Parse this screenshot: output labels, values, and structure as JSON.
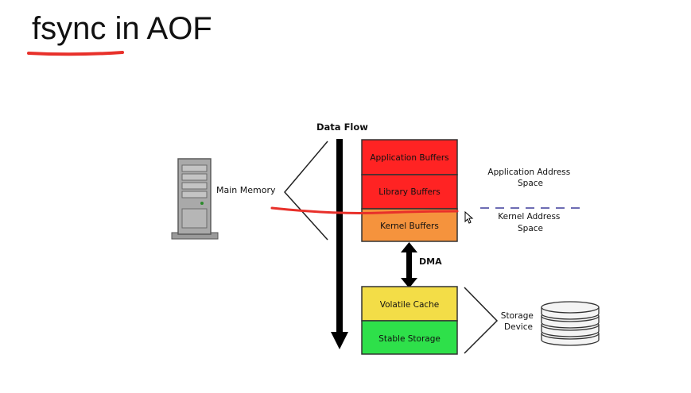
{
  "slide": {
    "title_prefix": "fsync",
    "title_suffix": " in AOF"
  },
  "diagram": {
    "data_flow_label": "Data Flow",
    "main_memory_label": "Main Memory",
    "memory_layers": [
      {
        "label": "Application Buffers",
        "color": "#ff2323"
      },
      {
        "label": "Library Buffers",
        "color": "#ff2323"
      },
      {
        "label": "Kernel Buffers",
        "color": "#f5933d"
      }
    ],
    "dma_label": "DMA",
    "storage_layers": [
      {
        "label": "Volatile Cache",
        "color": "#f3dd47"
      },
      {
        "label": "Stable Storage",
        "color": "#2ee04a"
      }
    ],
    "application_space_label": [
      "Application Address",
      "Space"
    ],
    "kernel_space_label": [
      "Kernel Address",
      "Space"
    ],
    "storage_device_label": [
      "Storage",
      "Device"
    ],
    "annotation_color": "#e8302a",
    "divider_color": "#6d6cb3"
  }
}
